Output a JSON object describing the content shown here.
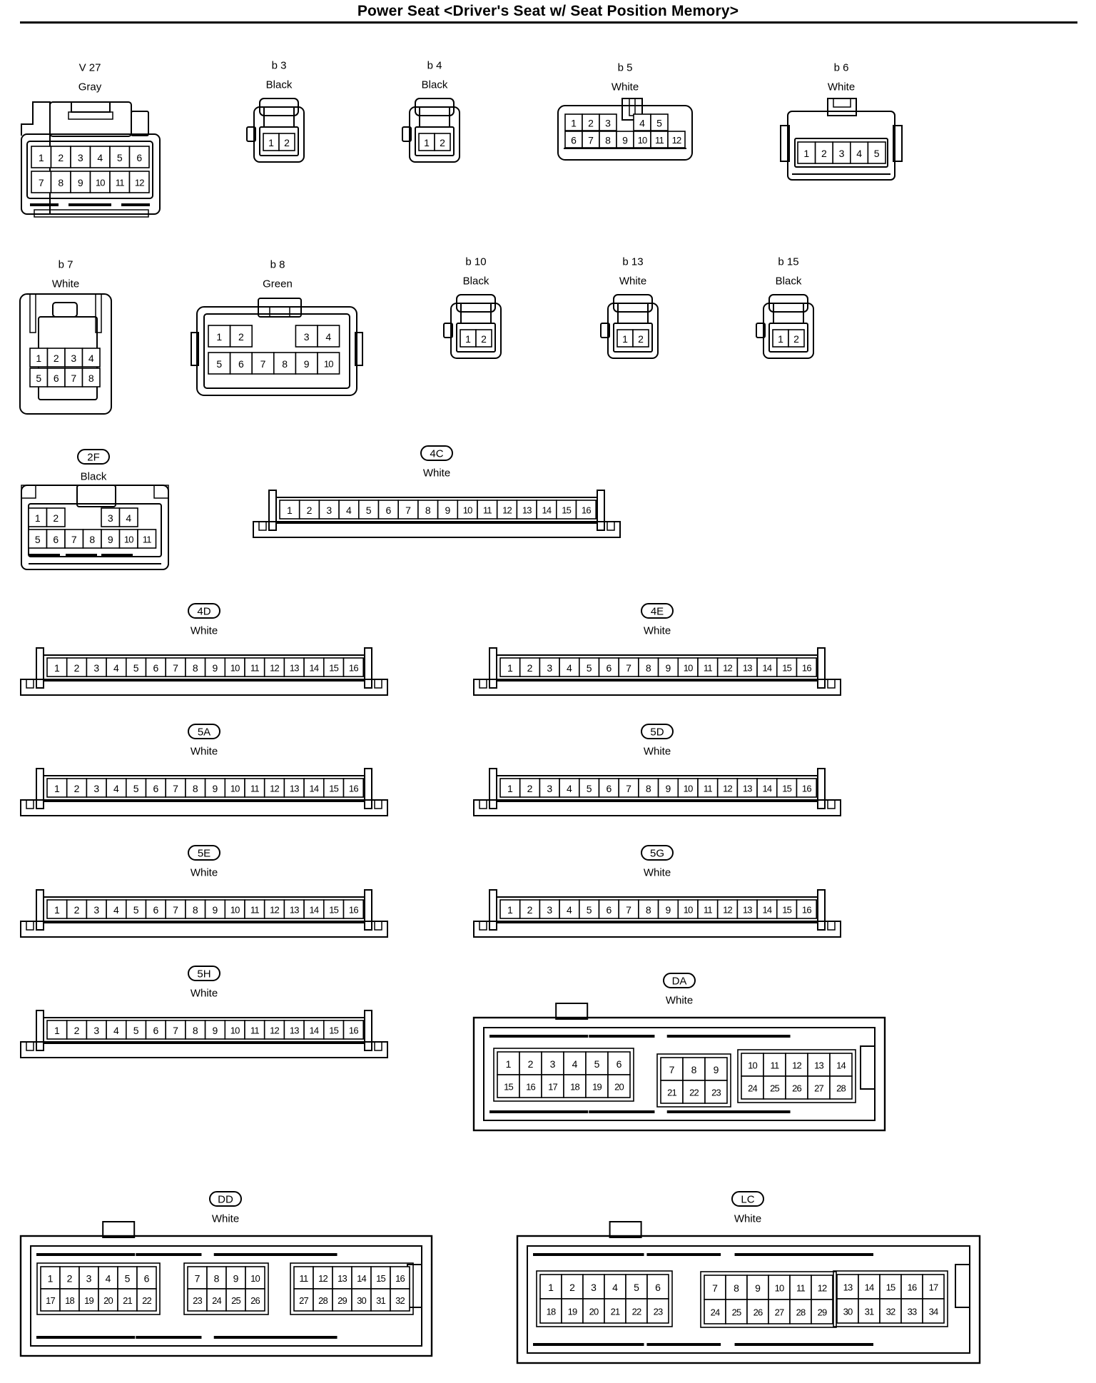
{
  "title": "Power Seat <Driver's Seat w/ Seat Position Memory>",
  "connectors": [
    {
      "id": "V 27",
      "color": "Gray",
      "boxed": false,
      "rows": [
        [
          1,
          2,
          3,
          4,
          5,
          6
        ],
        [
          7,
          8,
          9,
          10,
          11,
          12
        ]
      ]
    },
    {
      "id": "b 3",
      "color": "Black",
      "boxed": false,
      "rows": [
        [
          1,
          2
        ]
      ]
    },
    {
      "id": "b 4",
      "color": "Black",
      "boxed": false,
      "rows": [
        [
          1,
          2
        ]
      ]
    },
    {
      "id": "b 5",
      "color": "White",
      "boxed": false,
      "rows": [
        [
          1,
          2,
          3,
          null,
          4,
          5
        ],
        [
          6,
          7,
          8,
          9,
          10,
          11,
          12
        ]
      ]
    },
    {
      "id": "b 6",
      "color": "White",
      "boxed": false,
      "rows": [
        [
          1,
          2,
          3,
          4,
          5
        ]
      ]
    },
    {
      "id": "b 7",
      "color": "White",
      "boxed": false,
      "rows": [
        [
          1,
          2,
          3,
          4
        ],
        [
          5,
          6,
          7,
          8
        ]
      ]
    },
    {
      "id": "b 8",
      "color": "Green",
      "boxed": false,
      "rows": [
        [
          1,
          2,
          null,
          null,
          3,
          4
        ],
        [
          5,
          6,
          7,
          8,
          9,
          10
        ]
      ]
    },
    {
      "id": "b 10",
      "color": "Black",
      "boxed": false,
      "rows": [
        [
          1,
          2
        ]
      ]
    },
    {
      "id": "b 13",
      "color": "White",
      "boxed": false,
      "rows": [
        [
          1,
          2
        ]
      ]
    },
    {
      "id": "b 15",
      "color": "Black",
      "boxed": false,
      "rows": [
        [
          1,
          2
        ]
      ]
    },
    {
      "id": "2F",
      "color": "Black",
      "boxed": true,
      "rows": [
        [
          1,
          2,
          null,
          null,
          3,
          4
        ],
        [
          5,
          6,
          7,
          8,
          9,
          10,
          11
        ]
      ]
    },
    {
      "id": "4C",
      "color": "White",
      "boxed": true,
      "pins": 16
    },
    {
      "id": "4D",
      "color": "White",
      "boxed": true,
      "pins": 16
    },
    {
      "id": "4E",
      "color": "White",
      "boxed": true,
      "pins": 16
    },
    {
      "id": "5A",
      "color": "White",
      "boxed": true,
      "pins": 16
    },
    {
      "id": "5D",
      "color": "White",
      "boxed": true,
      "pins": 16
    },
    {
      "id": "5E",
      "color": "White",
      "boxed": true,
      "pins": 16
    },
    {
      "id": "5G",
      "color": "White",
      "boxed": true,
      "pins": 16
    },
    {
      "id": "5H",
      "color": "White",
      "boxed": true,
      "pins": 16
    },
    {
      "id": "DA",
      "color": "White",
      "boxed": true,
      "groups": [
        [
          [
            1,
            2,
            3,
            4,
            5,
            6
          ],
          [
            15,
            16,
            17,
            18,
            19,
            20
          ]
        ],
        [
          [
            7,
            8,
            9
          ],
          [
            21,
            22,
            23
          ]
        ],
        [
          [
            10,
            11,
            12,
            13,
            14
          ],
          [
            24,
            25,
            26,
            27,
            28
          ]
        ]
      ]
    },
    {
      "id": "DD",
      "color": "White",
      "boxed": true,
      "groups": [
        [
          [
            1,
            2,
            3,
            4,
            5,
            6
          ],
          [
            17,
            18,
            19,
            20,
            21,
            22
          ]
        ],
        [
          [
            7,
            8,
            9,
            10
          ],
          [
            23,
            24,
            25,
            26
          ]
        ],
        [
          [
            11,
            12,
            13,
            14,
            15,
            16
          ],
          [
            27,
            28,
            29,
            30,
            31,
            32
          ]
        ]
      ]
    },
    {
      "id": "LC",
      "color": "White",
      "boxed": true,
      "groups": [
        [
          [
            1,
            2,
            3,
            4,
            5,
            6
          ],
          [
            18,
            19,
            20,
            21,
            22,
            23
          ]
        ],
        [
          [
            7,
            8,
            9,
            10,
            11,
            12
          ],
          [
            24,
            25,
            26,
            27,
            28,
            29
          ]
        ],
        [
          [
            13,
            14,
            15,
            16,
            17
          ],
          [
            30,
            31,
            32,
            33,
            34
          ]
        ]
      ]
    }
  ]
}
